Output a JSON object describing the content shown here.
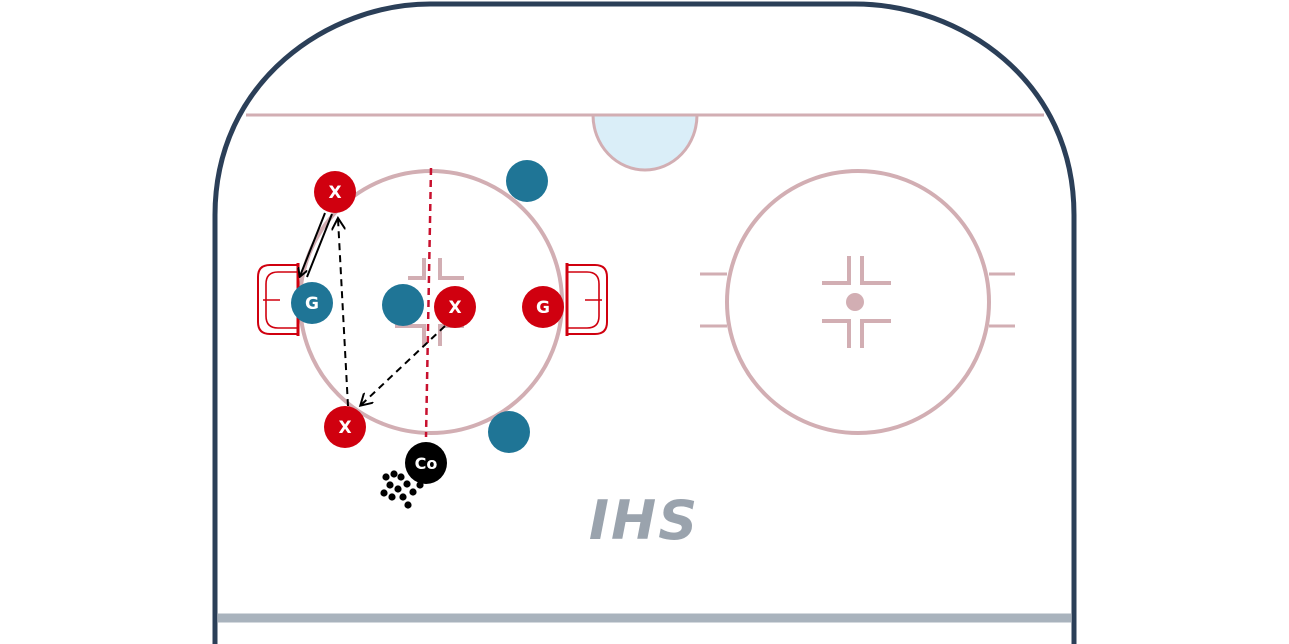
{
  "colors": {
    "boards": "#2b3f58",
    "rink_line": "#d2aeb3",
    "crease_fill": "#daeef8",
    "blue_line": "#a9b3bd",
    "center_red_line": "#c8102e",
    "red_player": "#d0000f",
    "blue_player": "#1f7596",
    "coach": "#000000",
    "net": "#d0000f",
    "logo": "#9aa3ad"
  },
  "logo": {
    "text": "IHS"
  },
  "players": {
    "x_top": {
      "label": "X",
      "team": "red"
    },
    "x_center": {
      "label": "X",
      "team": "red"
    },
    "x_bottom": {
      "label": "X",
      "team": "red"
    },
    "goalie_left": {
      "label": "G",
      "team": "blue"
    },
    "goalie_right": {
      "label": "G",
      "team": "red"
    },
    "blue_top": {
      "label": "",
      "team": "blue"
    },
    "blue_mid": {
      "label": "",
      "team": "blue"
    },
    "blue_bottom": {
      "label": "",
      "team": "blue"
    },
    "coach": {
      "label": "Co",
      "team": "coach"
    }
  },
  "icons": {
    "net_left": "hockey-net-icon",
    "net_right": "hockey-net-icon",
    "pucks": "puck-pile-icon"
  }
}
